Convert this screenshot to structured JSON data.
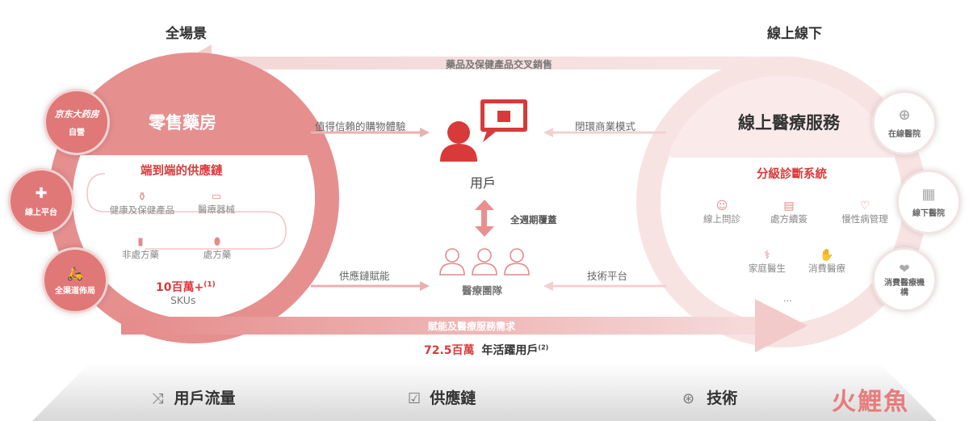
{
  "top": {
    "left": "全場景",
    "right": "線上線下"
  },
  "arrows": {
    "top_band": "藥品及保健產品交叉銷售",
    "bottom_band": "賦能及醫療服務需求",
    "trusted": "值得信賴的購物體驗",
    "closed_loop": "閉環商業模式",
    "supply_chain_enable": "供應鏈賦能",
    "tech_platform": "技術平台",
    "full_cycle": "全週期覆蓋"
  },
  "center": {
    "user": "用戶",
    "medical_team": "醫療團隊"
  },
  "retail": {
    "title": "零售藥房",
    "subtitle": "端到端的供應鏈",
    "items": [
      "健康及保健產品",
      "醫療器械",
      "非處方藥",
      "處方藥"
    ],
    "skus_value": "10百萬+",
    "skus_sup": "(1)",
    "skus_unit": "SKUs",
    "bubbles": [
      {
        "logo": "京东大药房",
        "label": "自營"
      },
      {
        "label": "線上平台"
      },
      {
        "label": "全渠道佈局"
      }
    ]
  },
  "online": {
    "title": "線上醫療服務",
    "subtitle": "分級診斷系統",
    "items": [
      "線上問診",
      "處方續簽",
      "慢性病管理",
      "家庭醫生",
      "消費醫療"
    ],
    "ellipsis": "...",
    "bubbles": [
      {
        "label": "在線醫院"
      },
      {
        "label": "線下醫院"
      },
      {
        "label": "消費醫療機構"
      }
    ]
  },
  "active_users": {
    "value": "72.5百萬",
    "label": "年活躍用戶",
    "sup": "(2)"
  },
  "pillars": [
    "用戶流量",
    "供應鏈",
    "技術"
  ],
  "watermark": "火鯉魚",
  "colors": {
    "accent": "#e07878",
    "red": "#d83a3a",
    "light": "#f6dcdc"
  }
}
